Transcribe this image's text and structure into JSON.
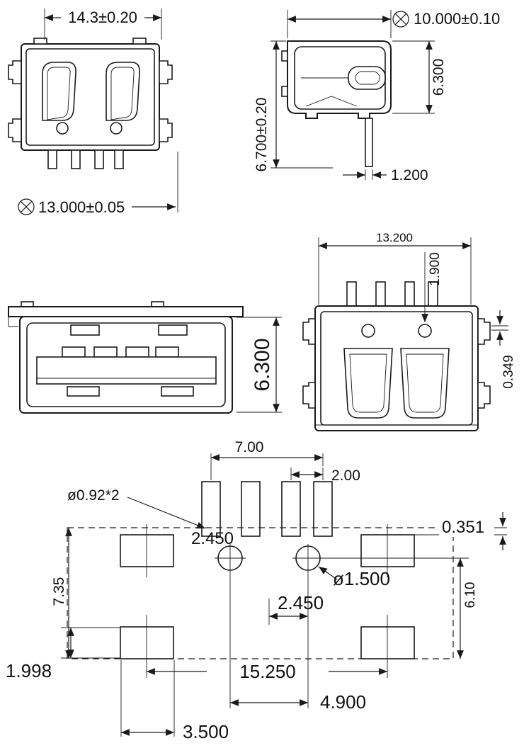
{
  "drawing": {
    "front_view": {
      "shell_width": "14.3±0.20",
      "mount_pitch": "13.000±0.05"
    },
    "side_view": {
      "depth": "10.000±0.10",
      "shell_height": "6.300",
      "overall_height": "6.700±0.20",
      "pin_length": "1.200"
    },
    "face_view": {
      "opening_height": "6.300"
    },
    "bottom_view": {
      "body_width": "13.200",
      "pin_offset": "1.900",
      "tab_offset": "0.349"
    },
    "footprint_view": {
      "pin_span": "7.00",
      "pin_gap": "2.00",
      "pin_hole_dia": "ø0.92*2",
      "hole_offset_front": "2.450",
      "pad_edge_gap": "0.351",
      "body_depth": "7.35",
      "boss_hole_dia": "ø1.500",
      "boss_depth": "6.10",
      "boss_offset": "2.450",
      "pad_height": "1.998",
      "pad_span": "15.250",
      "boss_span": "4.900",
      "pad_width": "3.500"
    },
    "symbols": {
      "datum_target": "⊗"
    }
  }
}
